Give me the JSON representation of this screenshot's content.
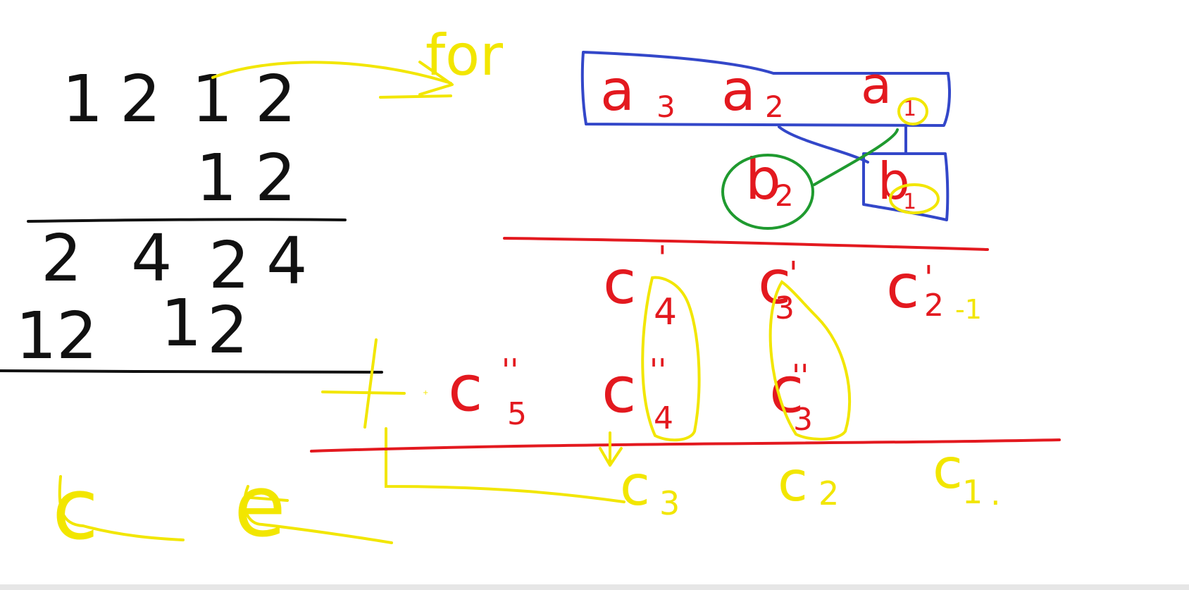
{
  "colors": {
    "background": "#ffffff",
    "ink_black": "#111111",
    "ink_yellow": "#f2e600",
    "ink_red": "#e3191f",
    "ink_blue": "#3347c9",
    "ink_green": "#1f9a2f"
  },
  "multiplication": {
    "multiplicand": [
      "1",
      "2",
      "1",
      "2"
    ],
    "multiplier": [
      "1",
      "2"
    ],
    "partial_row_1": [
      "2",
      "4",
      "2",
      "4"
    ],
    "partial_row_2": [
      "1",
      "2",
      "1",
      "2"
    ]
  },
  "annotations": {
    "for_label": "for",
    "plus_sign": "+",
    "c_left": "c",
    "e_left": "e"
  },
  "operands": {
    "a3": {
      "base": "a",
      "sub": "3"
    },
    "a2": {
      "base": "a",
      "sub": "2"
    },
    "a1": {
      "base": "a",
      "sub": "1"
    },
    "b2": {
      "base": "b",
      "sub": "2"
    },
    "b1": {
      "base": "b",
      "sub": "1"
    }
  },
  "row_one_prime": [
    {
      "base": "c",
      "sup": "'",
      "sub": "4"
    },
    {
      "base": "c",
      "sup": "'",
      "sub": "3"
    },
    {
      "base": "c",
      "sup": "'",
      "sub": "2"
    }
  ],
  "row_one_prime_tail": "-1",
  "row_double_prime": [
    {
      "base": "c",
      "sup": "''",
      "sub": "5"
    },
    {
      "base": "c",
      "sup": "''",
      "sub": "4"
    },
    {
      "base": "c",
      "sup": "''",
      "sub": "3"
    }
  ],
  "result_row": [
    {
      "base": "c",
      "sub": "3"
    },
    {
      "base": "c",
      "sub": "2"
    },
    {
      "base": "c",
      "sub": "1"
    }
  ],
  "result_dot": "."
}
